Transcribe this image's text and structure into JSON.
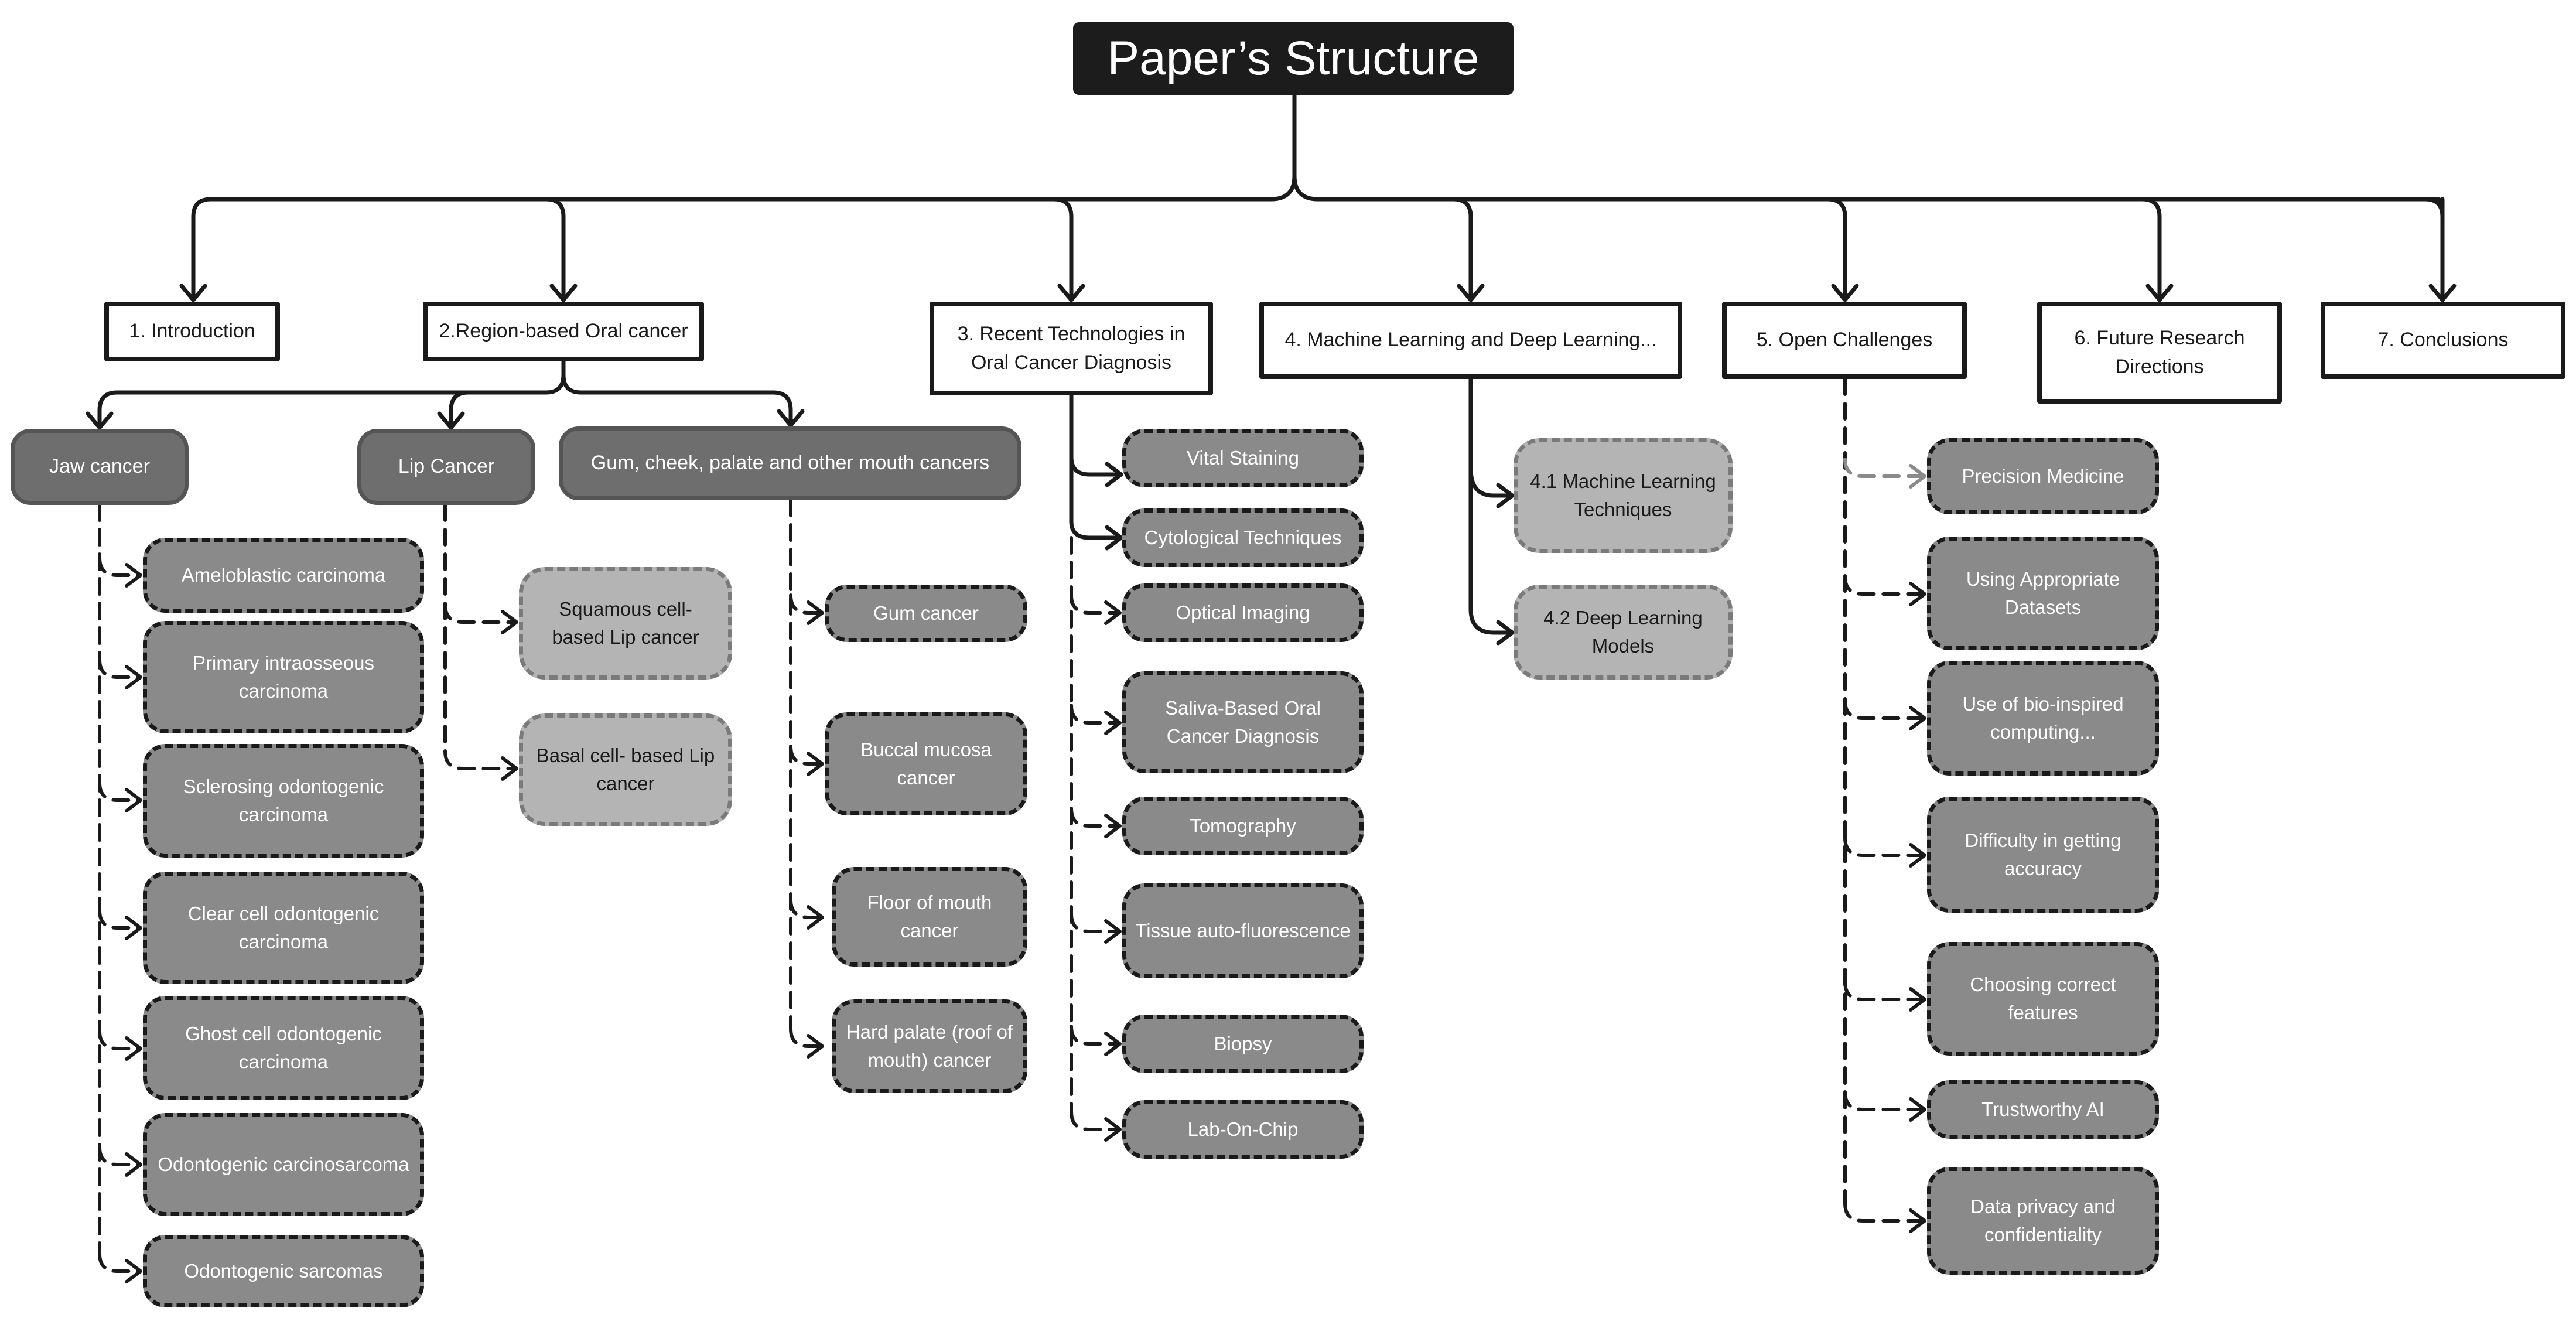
{
  "title": "Paper’s Structure",
  "sections": [
    {
      "id": "s1",
      "label": "1. Introduction"
    },
    {
      "id": "s2",
      "label": "2.Region-based Oral cancer"
    },
    {
      "id": "s3",
      "label": "3. Recent Technologies in Oral Cancer Diagnosis"
    },
    {
      "id": "s4",
      "label": "4. Machine Learning and Deep Learning..."
    },
    {
      "id": "s5",
      "label": "5. Open Challenges"
    },
    {
      "id": "s6",
      "label": "6. Future Research Directions"
    },
    {
      "id": "s7",
      "label": "7. Conclusions"
    }
  ],
  "categories": [
    {
      "id": "c1",
      "label": "Jaw cancer"
    },
    {
      "id": "c2",
      "label": "Lip Cancer"
    },
    {
      "id": "c3",
      "label": "Gum, cheek, palate and other mouth cancers"
    }
  ],
  "leaves": {
    "jaw": [
      "Ameloblastic carcinoma",
      "Primary intraosseous carcinoma",
      "Sclerosing odontogenic carcinoma",
      "Clear cell odontogenic carcinoma",
      "Ghost cell odontogenic carcinoma",
      "Odontogenic carcinosarcoma",
      "Odontogenic sarcomas"
    ],
    "lip": [
      "Squamous cell- based Lip cancer",
      "Basal cell- based Lip cancer"
    ],
    "mouth": [
      "Gum cancer",
      "Buccal mucosa cancer",
      "Floor of mouth cancer",
      "Hard palate (roof of mouth) cancer"
    ],
    "tech": [
      "Vital Staining",
      "Cytological Techniques",
      "Optical Imaging",
      "Saliva-Based Oral Cancer Diagnosis",
      "Tomography",
      "Tissue auto-fluorescence",
      "Biopsy",
      "Lab-On-Chip"
    ],
    "ml": [
      "4.1 Machine Learning Techniques",
      "4.2 Deep Learning Models"
    ],
    "challenges": [
      "Precision Medicine",
      "Using Appropriate Datasets",
      "Use of bio-inspired computing...",
      "Difficulty in getting accuracy",
      "Choosing correct features",
      "Trustworthy AI",
      "Data privacy and confidentiality"
    ]
  }
}
